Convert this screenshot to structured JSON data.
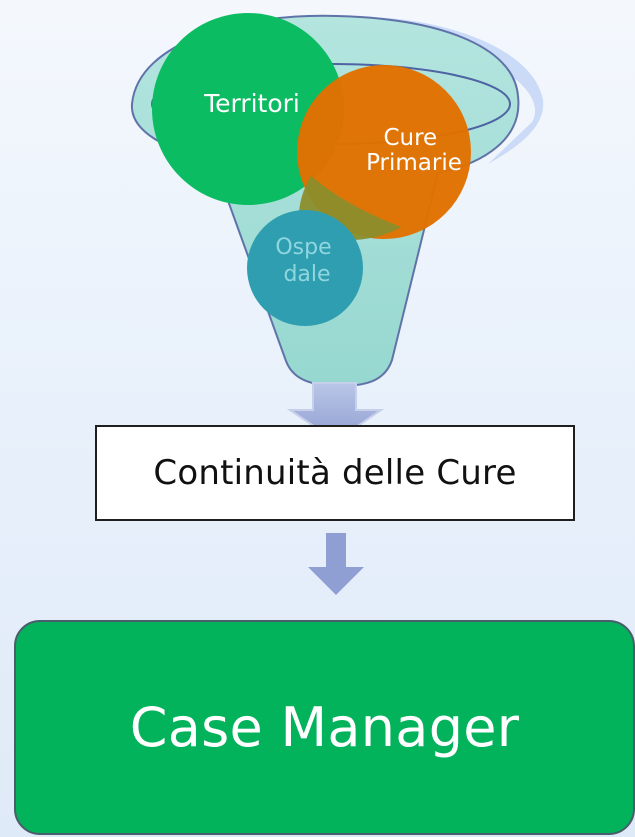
{
  "funnel": {
    "circles": [
      {
        "label_lines": [
          "Territori"
        ],
        "color": "#0cbc62",
        "text_color": "#ffffff"
      },
      {
        "label_lines": [
          "Cure",
          "Primarie"
        ],
        "color": "#e17100",
        "text_color": "#ffffff"
      },
      {
        "label_lines": [
          "Ospe",
          "dale"
        ],
        "color": "#2f9eb1",
        "text_color": "#8fd6df"
      }
    ],
    "colors": {
      "funnel_fill": "#a7ded9",
      "funnel_outline": "#5f73a8",
      "arrow": "#9eadd7",
      "ellipse_outline": "#4d63a3"
    }
  },
  "continuity": {
    "label": "Continuità delle Cure"
  },
  "case_manager": {
    "label": "Case Manager",
    "color": "#03b35b"
  }
}
